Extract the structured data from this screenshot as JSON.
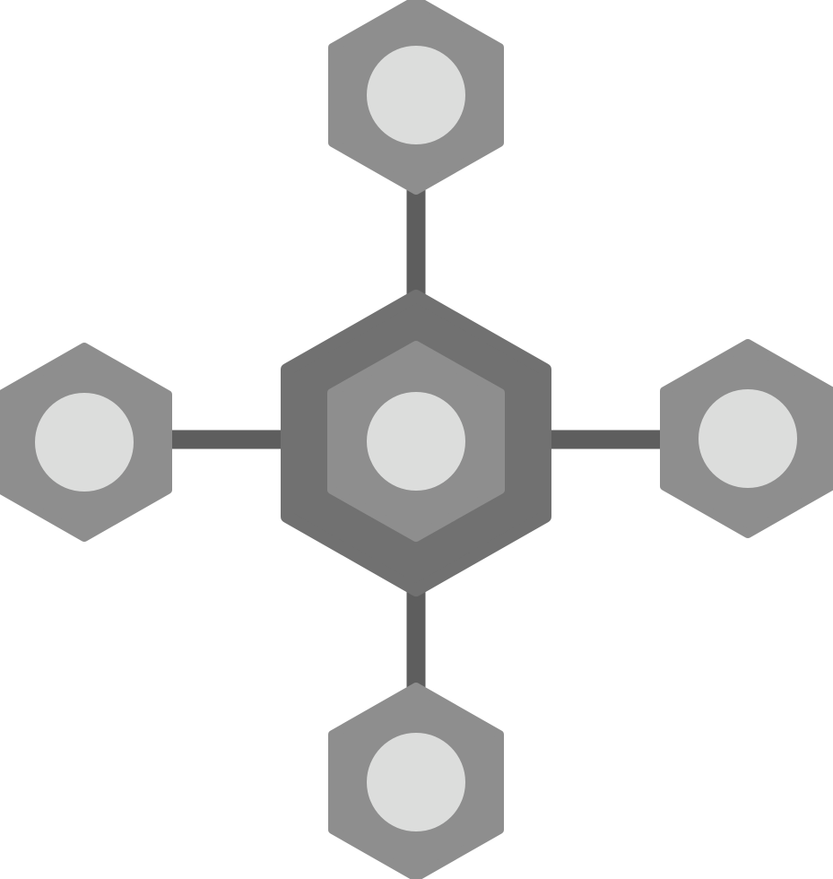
{
  "icon": {
    "name": "network-hub-icon",
    "description_free": true,
    "colors": {
      "background": "#ffffff",
      "connector": "#5e5e5e",
      "center_outer": "#717171",
      "node_hex": "#8e8e8e",
      "node_circle": "#dcdddc"
    },
    "nodes": [
      "top",
      "left",
      "right",
      "bottom"
    ]
  }
}
